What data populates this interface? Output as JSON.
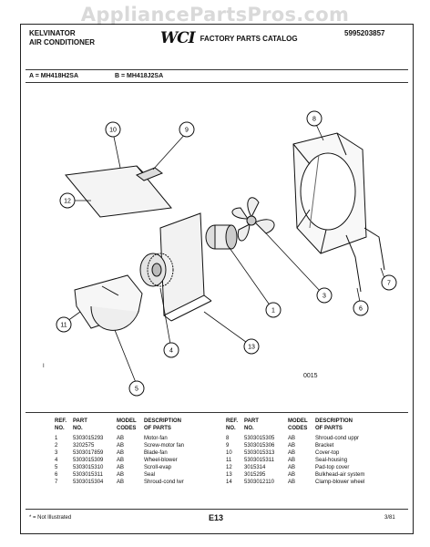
{
  "watermark": "AppliancePartsPros.com",
  "header": {
    "brand_line1": "KELVINATOR",
    "brand_line2": "AIR CONDITIONER",
    "logo": "WCI",
    "catalog_title": "FACTORY PARTS CATALOG",
    "catalog_number": "5995203857"
  },
  "models": {
    "a": "A = MH418H2SA",
    "b": "B = MH418J2SA"
  },
  "diagram": {
    "callouts": [
      "10",
      "9",
      "8",
      "12",
      "1",
      "3",
      "7",
      "6",
      "11",
      "4",
      "13",
      "5"
    ],
    "code": "0015",
    "tick": "I"
  },
  "table": {
    "headers": {
      "ref": "REF.\nNO.",
      "part": "PART\nNO.",
      "model": "MODEL\nCODES",
      "desc": "DESCRIPTION\nOF PARTS"
    },
    "left_rows": [
      {
        "ref": "1",
        "part": "5303015293",
        "model": "AB",
        "desc": "Motor-fan"
      },
      {
        "ref": "2",
        "part": "3202575",
        "model": "AB",
        "desc": "Screw-motor fan"
      },
      {
        "ref": "3",
        "part": "5303017859",
        "model": "AB",
        "desc": "Blade-fan"
      },
      {
        "ref": "4",
        "part": "5303015309",
        "model": "AB",
        "desc": "Wheel-blower"
      },
      {
        "ref": "5",
        "part": "5303015310",
        "model": "AB",
        "desc": "Scroll-evap"
      },
      {
        "ref": "6",
        "part": "5303015311",
        "model": "AB",
        "desc": "Seal"
      },
      {
        "ref": "7",
        "part": "5303015304",
        "model": "AB",
        "desc": "Shroud-cond lwr"
      }
    ],
    "right_rows": [
      {
        "ref": "8",
        "part": "5303015305",
        "model": "AB",
        "desc": "Shroud-cond uppr"
      },
      {
        "ref": "9",
        "part": "5303015306",
        "model": "AB",
        "desc": "Bracket"
      },
      {
        "ref": "10",
        "part": "5303015313",
        "model": "AB",
        "desc": "Cover-top"
      },
      {
        "ref": "11",
        "part": "5303015311",
        "model": "AB",
        "desc": "Seal-housing"
      },
      {
        "ref": "12",
        "part": "3015314",
        "model": "AB",
        "desc": "Pad-top cover"
      },
      {
        "ref": "13",
        "part": "3015295",
        "model": "AB",
        "desc": "Bulkhead-air system"
      },
      {
        "ref": "14",
        "part": "5303012110",
        "model": "AB",
        "desc": "Clamp-blower wheel"
      }
    ]
  },
  "footer": {
    "note": "* = Not Illustrated",
    "page": "E13",
    "date": "3/81"
  }
}
